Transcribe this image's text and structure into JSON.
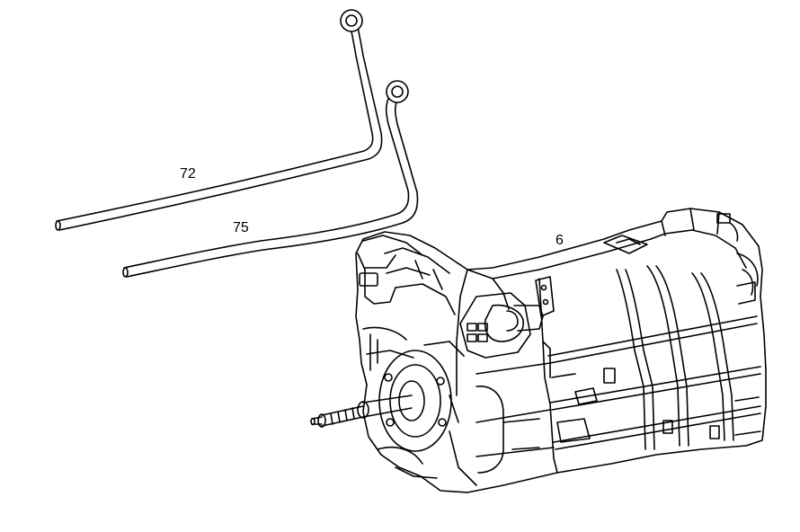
{
  "diagram": {
    "callouts": [
      {
        "id": "72",
        "text": "72",
        "refers_to": "upper-vent-line"
      },
      {
        "id": "75",
        "text": "75",
        "refers_to": "lower-vent-line"
      },
      {
        "id": "6",
        "text": "6",
        "refers_to": "transmission-housing"
      }
    ]
  },
  "colors": {
    "line": "#000000",
    "background": "#ffffff"
  }
}
